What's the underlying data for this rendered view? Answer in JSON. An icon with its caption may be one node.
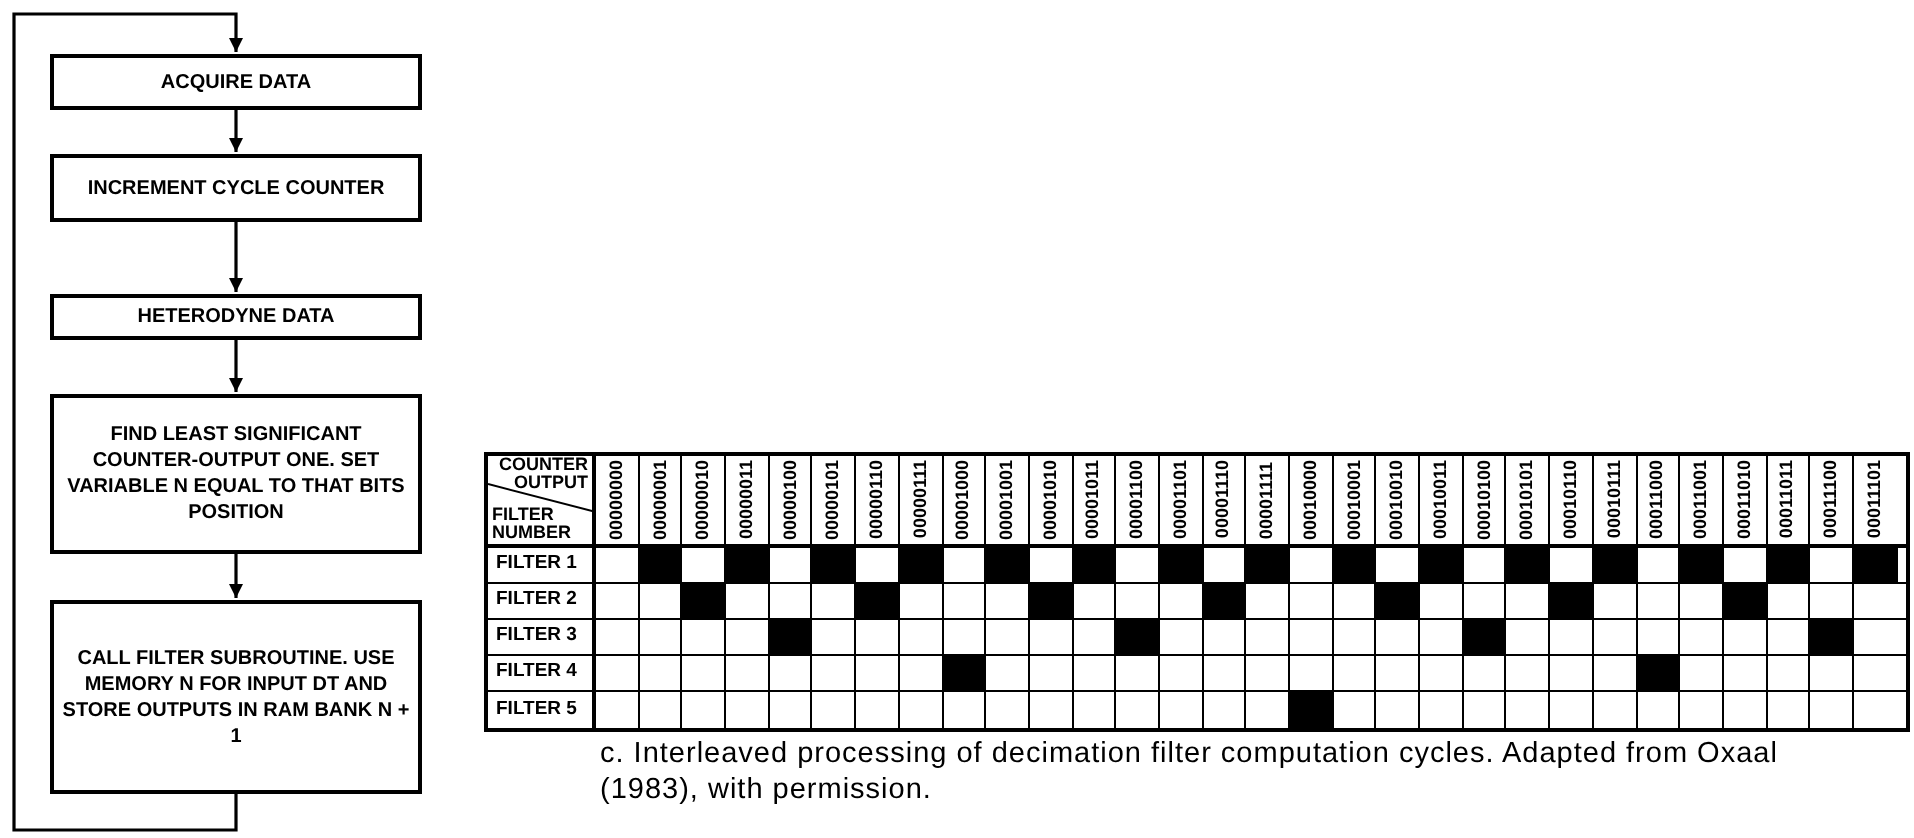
{
  "diagram": {
    "caption": "c. Interleaved processing of decimation filter computation cycles. Adapted from Oxaal (1983), with permission.",
    "nodes": [
      {
        "text": [
          "ACQUIRE DATA"
        ]
      },
      {
        "text": [
          "INCREMENT CYCLE COUNTER"
        ]
      },
      {
        "text": [
          "HETERODYNE DATA"
        ]
      },
      {
        "text": [
          "FIND LEAST SIGNIFICANT COUNTER-OUTPUT ONE. SET VARIABLE N EQUAL TO THAT BITS POSITION"
        ]
      },
      {
        "text": [
          "CALL FILTER SUBROUTINE. USE MEMORY N FOR INPUT DT AND STORE OUTPUTS IN RAM BANK N + 1"
        ]
      }
    ],
    "edges": [
      {
        "from": 0,
        "to": 1,
        "arrow": "to"
      },
      {
        "from": 1,
        "to": 2,
        "arrow": "to"
      },
      {
        "from": 2,
        "to": 3,
        "arrow": "to"
      },
      {
        "from": 3,
        "to": 4,
        "arrow": "to"
      },
      {
        "from": 4,
        "to": 0,
        "arrow": "to"
      }
    ],
    "labels": [
      "COUNTER OUTPUT",
      "FILTER NUMBER",
      "00000000",
      "00000001",
      "00000010",
      "00000011",
      "00000100",
      "00000101",
      "00000110",
      "00000111",
      "00001000",
      "00001001",
      "00001010",
      "00001011",
      "00001100",
      "00001101",
      "00001110",
      "00001111",
      "00010000",
      "00010001",
      "00010010",
      "00010011",
      "00010100",
      "00010101",
      "00010110",
      "00010111",
      "00011000",
      "00011001",
      "00011010",
      "00011011",
      "00011100",
      "00011101",
      "FILTER 1",
      "FILTER 2",
      "FILTER 3",
      "FILTER 4",
      "FILTER 5"
    ]
  }
}
